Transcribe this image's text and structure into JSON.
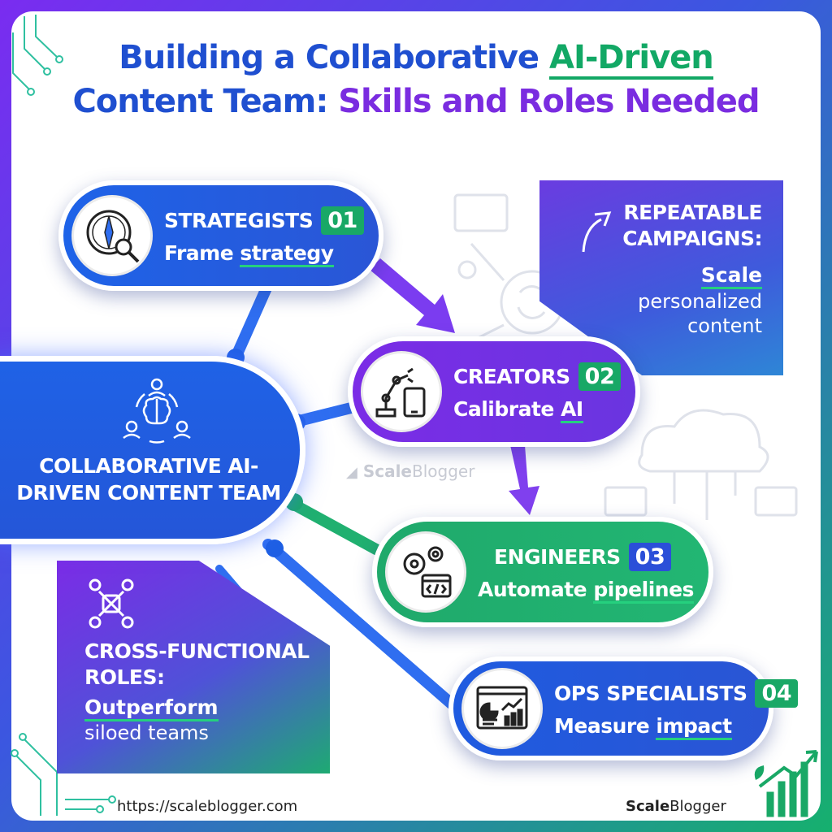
{
  "title": {
    "part1": "Building a Collaborative ",
    "part2": "AI-Driven",
    "part3": "Content Team: ",
    "part4": "Skills and Roles Needed"
  },
  "center": {
    "label": "COLLABORATIVE AI-DRIVEN CONTENT TEAM"
  },
  "roles": [
    {
      "name": "STRATEGISTS",
      "num": "01",
      "desc_a": "Frame ",
      "desc_b": "strategy",
      "icon": "compass-magnifier-icon"
    },
    {
      "name": "CREATORS",
      "num": "02",
      "desc_a": "Calibrate ",
      "desc_b": "AI",
      "icon": "robot-arm-tablet-icon"
    },
    {
      "name": "ENGINEERS",
      "num": "03",
      "desc_a": "Automate ",
      "desc_b": "pipelines",
      "icon": "gears-code-icon"
    },
    {
      "name": "OPS SPECIALISTS",
      "num": "04",
      "desc_a": "Measure ",
      "desc_b": "impact",
      "icon": "dashboard-chart-icon"
    }
  ],
  "cards": {
    "repeatable": {
      "title_l1": "REPEATABLE",
      "title_l2": "CAMPAIGNS:",
      "sub1": "Scale",
      "sub2_l1": "personalized",
      "sub2_l2": "content"
    },
    "cross": {
      "title_l1": "CROSS-FUNCTIONAL",
      "title_l2": "ROLES:",
      "sub1": "Outperform",
      "sub2": "siloed teams"
    }
  },
  "watermark": {
    "bold": "Scale",
    "light": "Blogger"
  },
  "footer": {
    "url": "https://scaleblogger.com",
    "brand_bold": "Scale",
    "brand_light": "Blogger"
  },
  "colors": {
    "blue": "#1f5be0",
    "purple": "#7b2ce6",
    "green": "#1fa96b",
    "accent_underline": "#25d07e"
  }
}
